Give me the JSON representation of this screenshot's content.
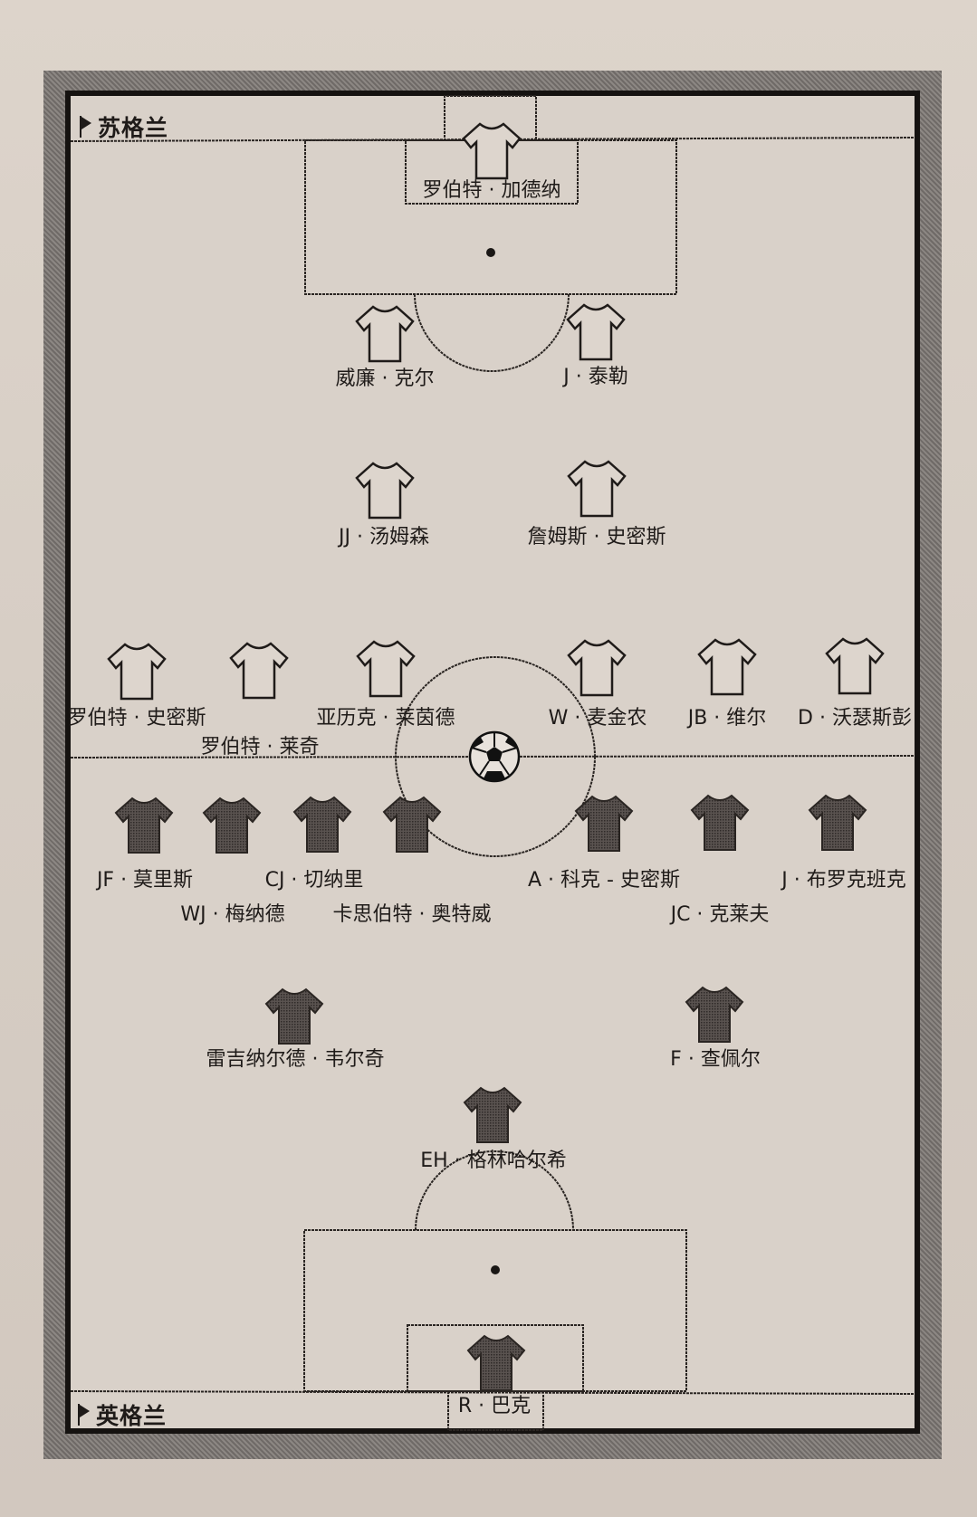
{
  "teams": {
    "top": {
      "name": "苏格兰",
      "icon": "flag-icon",
      "shirt_style": "white-outline"
    },
    "bottom": {
      "name": "英格兰",
      "icon": "flag-icon",
      "shirt_style": "dark-fill"
    }
  },
  "colors": {
    "pitch": "#d9d1c9",
    "line": "#2a2522",
    "frame": "#7d7874",
    "border": "#151210",
    "shirt_dark": "#4a4442",
    "shirt_light": "#ddd5cd"
  },
  "scotland_players": [
    {
      "name": "罗伯特 · 加德纳",
      "role": "goalkeeper"
    },
    {
      "name": "威廉 · 克尔",
      "role": "defender"
    },
    {
      "name": "J · 泰勒",
      "role": "defender"
    },
    {
      "name": "JJ · 汤姆森",
      "role": "half-back"
    },
    {
      "name": "詹姆斯 · 史密斯",
      "role": "half-back"
    },
    {
      "name": "罗伯特 · 史密斯",
      "role": "forward"
    },
    {
      "name": "罗伯特 · 莱奇",
      "role": "forward"
    },
    {
      "name": "亚历克 · 莱茵德",
      "role": "forward"
    },
    {
      "name": "W · 麦金农",
      "role": "forward"
    },
    {
      "name": "JB · 维尔",
      "role": "forward"
    },
    {
      "name": "D · 沃瑟斯彭",
      "role": "forward"
    }
  ],
  "england_players": [
    {
      "name": "JF · 莫里斯",
      "role": "forward"
    },
    {
      "name": "WJ · 梅纳德",
      "role": "forward"
    },
    {
      "name": "CJ · 切纳里",
      "role": "forward"
    },
    {
      "name": "卡思伯特 · 奥特威",
      "role": "forward"
    },
    {
      "name": "A · 科克 - 史密斯",
      "role": "forward"
    },
    {
      "name": "JC · 克莱夫",
      "role": "forward"
    },
    {
      "name": "J · 布罗克班克",
      "role": "forward"
    },
    {
      "name": "雷吉纳尔德 · 韦尔奇",
      "role": "back"
    },
    {
      "name": "F · 查佩尔",
      "role": "back"
    },
    {
      "name": "EH · 格林哈尔希",
      "role": "half-back"
    },
    {
      "name": "R · 巴克",
      "role": "goalkeeper"
    }
  ],
  "ball": {
    "icon": "football-icon"
  }
}
